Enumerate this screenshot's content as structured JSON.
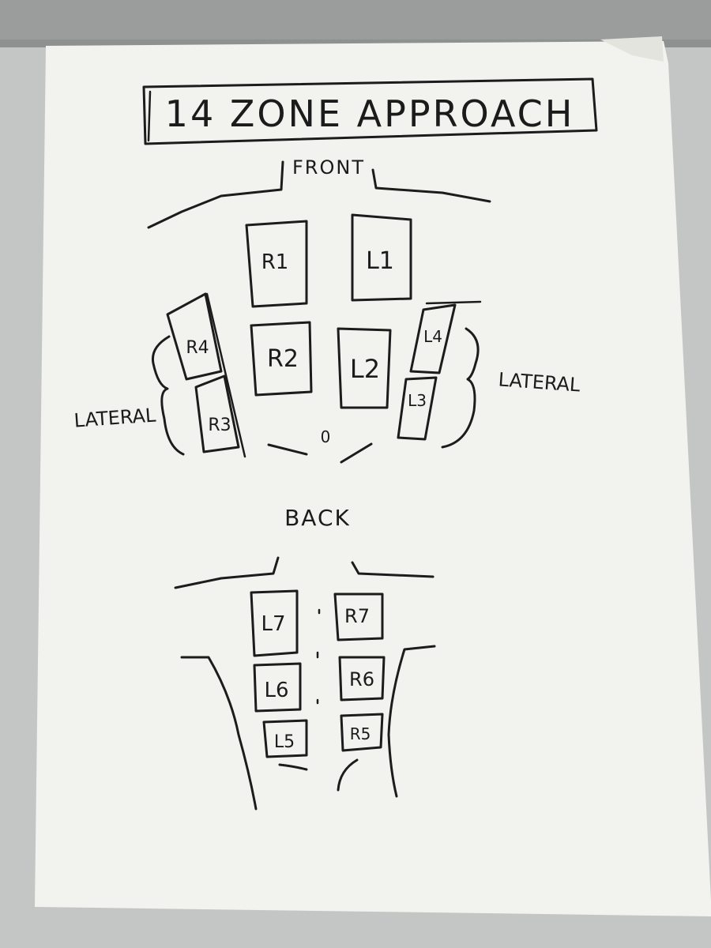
{
  "title": "14 ZONE APPROACH",
  "front_label": "FRONT",
  "back_label": "BACK",
  "lateral_left": "LATERAL",
  "lateral_right": "LATERAL",
  "navel_mark": "0",
  "front_zones": {
    "R1": "R1",
    "L1": "L1",
    "R2": "R2",
    "L2": "L2",
    "R4": "R4",
    "R3": "R3",
    "L4": "L4",
    "L3": "L3"
  },
  "back_zones": {
    "L7": "L7",
    "R7": "R7",
    "L6": "L6",
    "R6": "R6",
    "L5": "L5",
    "R5": "R5"
  }
}
